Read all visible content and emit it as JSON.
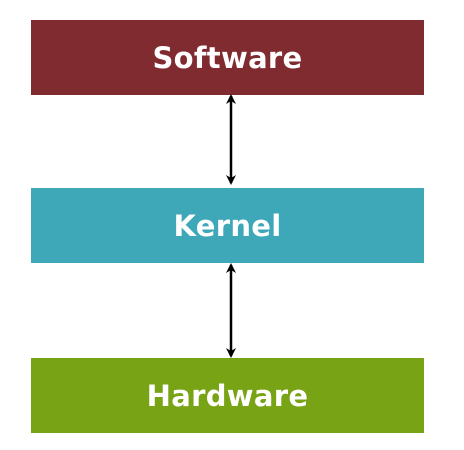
{
  "diagram": {
    "layers": [
      {
        "label": "Software",
        "color": "#7f2b30"
      },
      {
        "label": "Kernel",
        "color": "#3ea7b8"
      },
      {
        "label": "Hardware",
        "color": "#77a314"
      }
    ],
    "connectors": [
      {
        "from": "Software",
        "to": "Kernel",
        "style": "bidirectional-arrow"
      },
      {
        "from": "Kernel",
        "to": "Hardware",
        "style": "bidirectional-arrow"
      }
    ],
    "arrow_color": "#000000"
  }
}
